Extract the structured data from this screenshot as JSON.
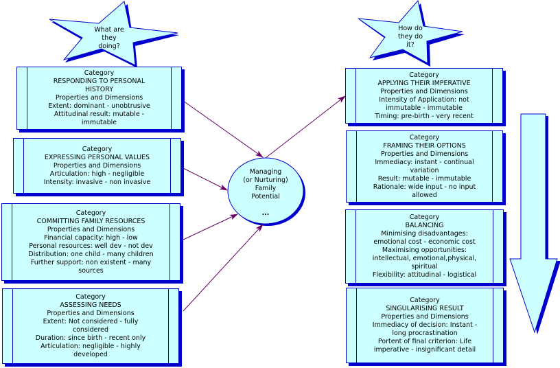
{
  "colors": {
    "fill": "#ccffff",
    "stroke": "#0000cc",
    "arrow": "#660066"
  },
  "stars": {
    "left": {
      "lines": [
        "What are",
        "they",
        "doing?"
      ]
    },
    "right": {
      "lines": [
        "How do",
        "they do",
        "it?"
      ]
    }
  },
  "center": {
    "lines": [
      "Managing",
      "(or Nurturing)",
      "Family",
      "Potential"
    ],
    "ellipsis": "..."
  },
  "left_boxes": [
    {
      "heading": "Category",
      "title_lines": [
        "RESPONDING TO PERSONAL",
        "HISTORY"
      ],
      "lines": [
        "Properties and Dimensions",
        "Extent: dominant - unobtrusive",
        "Attitudinal result: mutable -",
        "immutable"
      ],
      "trailing": "..."
    },
    {
      "heading": "Category",
      "title_lines": [
        "EXPRESSING PERSONAL VALUES"
      ],
      "lines": [
        "Properties and Dimensions",
        "Articulation: high - negligible",
        "Intensity: invasive - non invasive"
      ]
    },
    {
      "heading": "Category",
      "title_lines": [
        "COMMITTING FAMILY RESOURCES"
      ],
      "lines": [
        "Properties and Dimensions",
        "Financial capacity: high - low",
        "Personal resources: well dev - not dev",
        "Distribution: one child - many children",
        "Further support: non existent - many",
        "sources"
      ]
    },
    {
      "heading": "Category",
      "title_lines": [
        "ASSESSING NEEDS"
      ],
      "lines": [
        "Properties and Dimensions",
        "Extent: Not considered - fully",
        "considered",
        "Duration: since birth - recent only",
        "Articulation: negligible - highly",
        "developed"
      ]
    }
  ],
  "right_boxes": [
    {
      "heading": "Category",
      "title_lines": [
        "APPLYING THEIR IMPERATIVE"
      ],
      "lines": [
        "Properties and Dimensions",
        "Intensity of Application: not",
        "immutable - immutable",
        "Timing: pre-birth - very recent"
      ]
    },
    {
      "heading": "Category",
      "title_lines": [
        "FRAMING THEIR OPTIONS"
      ],
      "lines": [
        "Properties and Dimensions",
        "Immediacy: instant - continual",
        "variation",
        "Result: mutable - immutable",
        "Rationale: wide input - no input",
        "allowed"
      ]
    },
    {
      "heading": "Category",
      "title_lines": [
        "BALANCING"
      ],
      "lines": [
        "Minimising disadvantages:",
        "emotional cost - economic cost",
        "Maximising opportunities:",
        "intellectual, emotional,physical,",
        "spiritual",
        "Flexibility: attitudinal - logistical"
      ]
    },
    {
      "heading": "Category",
      "title_lines": [
        "SINGULARISING RESULT"
      ],
      "lines": [
        "Properties and Dimensions",
        "Immediacy of decision: Instant -",
        "long procrastination",
        "Portent of final criterion: Life",
        "imperative - insignificant detail"
      ]
    }
  ]
}
